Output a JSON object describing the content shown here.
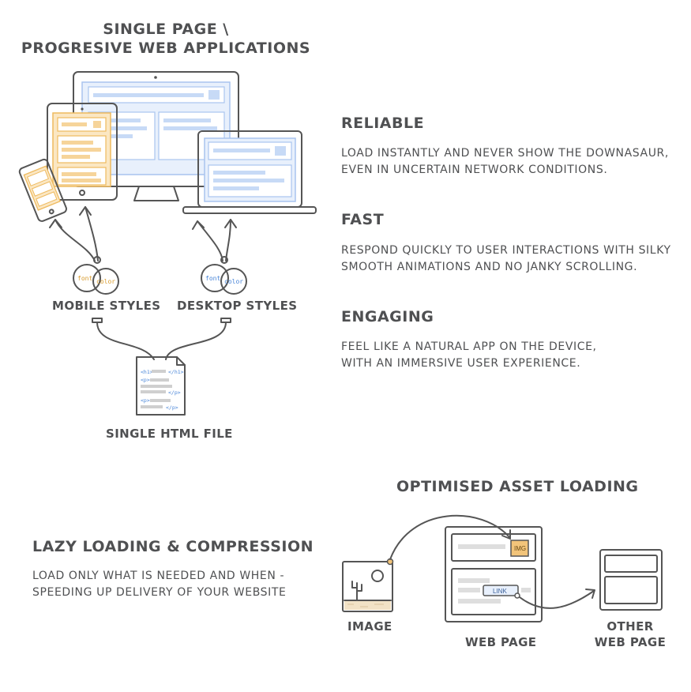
{
  "diagram": {
    "title_line1": "SINGLE PAGE \\",
    "title_line2": "PROGRESIVE WEB APPLICATIONS",
    "mobile_styles": "MOBILE STYLES",
    "desktop_styles": "DESKTOP STYLES",
    "single_html_file": "SINGLE HTML FILE",
    "bubble_font": "font",
    "bubble_color": "color",
    "html_tags": [
      "<h1>",
      "</h1>",
      "<p>",
      "</p>",
      "<p>",
      "</p>"
    ]
  },
  "features": [
    {
      "title": "RELIABLE",
      "line1": "LOAD INSTANTLY AND NEVER SHOW THE DOWNASAUR,",
      "line2": "EVEN IN UNCERTAIN NETWORK CONDITIONS."
    },
    {
      "title": "FAST",
      "line1": "RESPOND QUICKLY TO USER INTERACTIONS WITH SILKY",
      "line2": "SMOOTH ANIMATIONS AND NO JANKY SCROLLING."
    },
    {
      "title": "ENGAGING",
      "line1": "FEEL LIKE A NATURAL APP ON THE DEVICE,",
      "line2": "WITH AN IMMERSIVE USER EXPERIENCE."
    }
  ],
  "lazy": {
    "title": "LAZY LOADING & COMPRESSION",
    "line1": "LOAD ONLY WHAT IS NEEDED AND WHEN -",
    "line2": "SPEEDING UP DELIVERY OF YOUR WEBSITE"
  },
  "asset": {
    "title": "OPTIMISED ASSET LOADING",
    "image": "IMAGE",
    "web_page": "WEB PAGE",
    "other_line1": "OTHER",
    "other_line2": "WEB PAGE",
    "img_tag": "IMG",
    "link_tag": "LINK"
  },
  "colors": {
    "ink": "#555555",
    "blue_fill": "#e8f0fc",
    "blue_stroke": "#a9c4ef",
    "orange_fill": "#fbe7c3",
    "orange_stroke": "#eeba5f",
    "gray_block": "#dedede",
    "img_orange": "#f2c47a"
  }
}
